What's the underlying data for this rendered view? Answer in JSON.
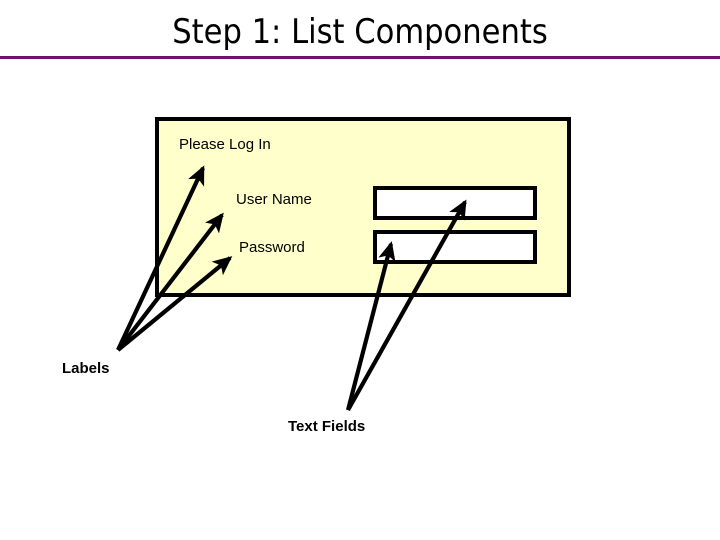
{
  "slide": {
    "title": "Step 1: List Components",
    "rule_color": "#6E1270",
    "background": "#FFFFFF"
  },
  "login_panel": {
    "fill_color": "#FFFFCC",
    "border_color": "#000000",
    "heading": "Please Log In",
    "fields": [
      {
        "label": "User Name",
        "value": "",
        "placeholder": ""
      },
      {
        "label": "Password",
        "value": "",
        "placeholder": ""
      }
    ]
  },
  "callouts": [
    {
      "caption": "Labels",
      "targets": [
        "Please Log In",
        "User Name",
        "Password"
      ],
      "arrow_count": 3
    },
    {
      "caption": "Text Fields",
      "targets": [
        "User Name field",
        "Password field"
      ],
      "arrow_count": 2
    }
  ]
}
